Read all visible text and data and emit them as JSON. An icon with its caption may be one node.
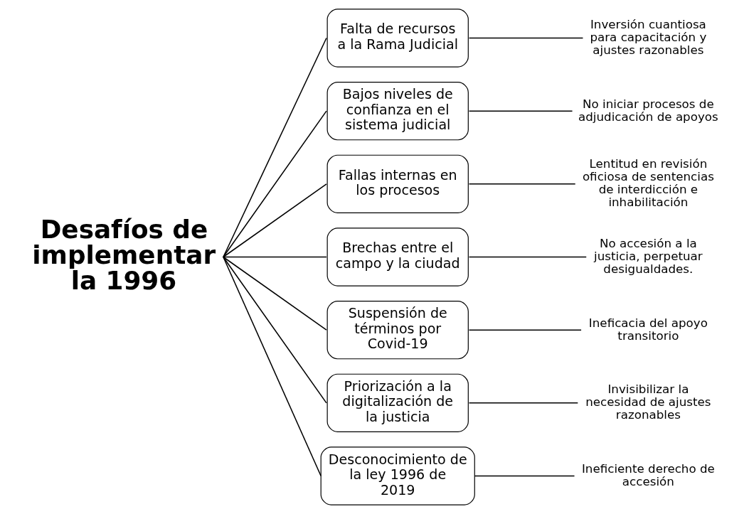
{
  "diagram": {
    "nodes": [
      {
        "text": [
          "Desafíos de implementar la 1996"
        ]
      },
      {
        "text": [
          "Falta de recursos a la Rama Judicial"
        ]
      },
      {
        "text": [
          "Inversión cuantiosa para capacitación y ajustes razonables"
        ]
      },
      {
        "text": [
          "Bajos niveles de confianza en el sistema judicial"
        ]
      },
      {
        "text": [
          "No iniciar procesos de adjudicación de apoyos"
        ]
      },
      {
        "text": [
          "Fallas internas en los procesos"
        ]
      },
      {
        "text": [
          "Lentitud en revisión oficiosa de sentencias de interdicción e inhabilitación"
        ]
      },
      {
        "text": [
          "Brechas entre el campo y la ciudad"
        ]
      },
      {
        "text": [
          "No accesión a la justicia, perpetuar desigualdades."
        ]
      },
      {
        "text": [
          "Suspensión de términos por Covid-19"
        ]
      },
      {
        "text": [
          "Ineficacia del apoyo transitorio"
        ]
      },
      {
        "text": [
          "Priorización a la digitalización de la justicia"
        ]
      },
      {
        "text": [
          "Invisibilizar la necesidad de ajustes razonables"
        ]
      },
      {
        "text": [
          "Desconocimiento de la ley 1996 de 2019"
        ]
      },
      {
        "text": [
          "Ineficiente derecho de accesión"
        ]
      }
    ],
    "edges": [
      {
        "from": 0,
        "to": 1,
        "arrow": "none"
      },
      {
        "from": 0,
        "to": 3,
        "arrow": "none"
      },
      {
        "from": 0,
        "to": 5,
        "arrow": "none"
      },
      {
        "from": 0,
        "to": 7,
        "arrow": "none"
      },
      {
        "from": 0,
        "to": 9,
        "arrow": "none"
      },
      {
        "from": 0,
        "to": 11,
        "arrow": "none"
      },
      {
        "from": 0,
        "to": 13,
        "arrow": "none"
      },
      {
        "from": 1,
        "to": 2,
        "arrow": "none"
      },
      {
        "from": 3,
        "to": 4,
        "arrow": "none"
      },
      {
        "from": 5,
        "to": 6,
        "arrow": "none"
      },
      {
        "from": 7,
        "to": 8,
        "arrow": "none"
      },
      {
        "from": 9,
        "to": 10,
        "arrow": "none"
      },
      {
        "from": 11,
        "to": 12,
        "arrow": "none"
      },
      {
        "from": 13,
        "to": 14,
        "arrow": "none"
      }
    ]
  }
}
